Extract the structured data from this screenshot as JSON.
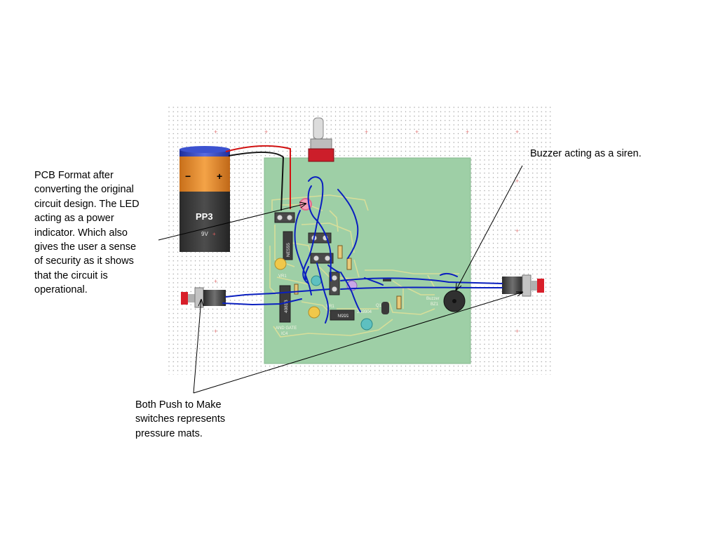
{
  "annotations": {
    "pcb_note": [
      "PCB Format after",
      "converting the original",
      "circuit design. The LED",
      "acting as a power",
      "indicator. Which also",
      "gives the user a sense",
      "of security as it shows",
      "that the circuit is",
      "operational."
    ],
    "buzzer_note": [
      "Buzzer acting as a siren."
    ],
    "switch_note": [
      "Both Push to Make",
      "switches represents",
      "pressure mats."
    ]
  },
  "battery": {
    "minus": "−",
    "plus": "+",
    "model": "PP3",
    "voltage": "9V"
  },
  "board_labels": {
    "ic1": "NE555",
    "ic2": "4081B",
    "ic2_caption_1": "AND GATE",
    "ic2_caption_2": "IC4",
    "ic3": "555N",
    "vr1": "VR1",
    "vr2": "VR1",
    "buzzer_1": "Buzzer",
    "buzzer_2": "BZ1",
    "r1": "R1",
    "q1": "Q1",
    "part_no": "2N3904"
  },
  "colors": {
    "board": "#9ecfa6",
    "trace": "#d7de9a",
    "wire": "#0a1fbf",
    "battery_body": "#3a3a3a",
    "battery_top": "#e08b2b"
  }
}
